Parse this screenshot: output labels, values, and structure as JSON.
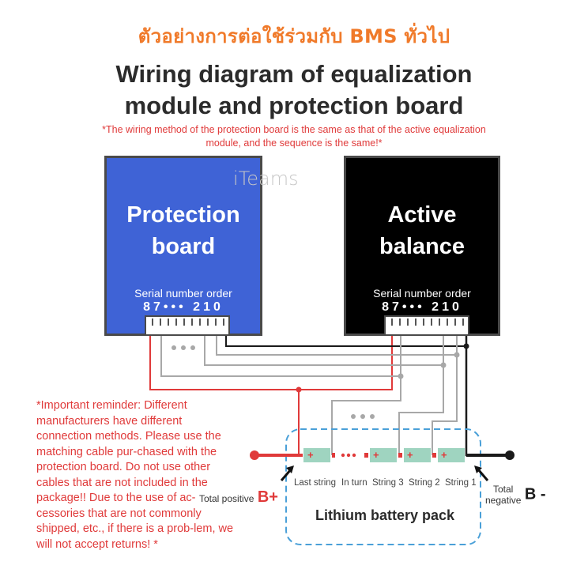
{
  "header": {
    "thai_title": "ตัวอย่างการต่อใช้ร่วมกับ BMS ทั่วไป",
    "title_line1": "Wiring diagram of equalization",
    "title_line2": "module and protection board",
    "note_line1": "*The wiring method of the protection board is the same as that of the active equalization",
    "note_line2": "module, and the sequence is the same!*"
  },
  "watermark": "iTeams",
  "boards": [
    {
      "name_line1": "Protection",
      "name_line2": "board",
      "serial_label": "Serial number order",
      "serial_sequence": "87••• 210",
      "color": "#3f63d6"
    },
    {
      "name_line1": "Active",
      "name_line2": "balance",
      "serial_label": "Serial number order",
      "serial_sequence": "87••• 210",
      "color": "#000000"
    }
  ],
  "wiring": {
    "ellipsis_upper": "•••",
    "ellipsis_lower": "•••",
    "ellipsis_cells": "•••"
  },
  "reminder": "*Important reminder: Different manufacturers have different connection methods. Please use the matching cable pur-chased with the protection board. Do not use other cables that are not included in the package!! Due to the use of ac-cessories that are not commonly shipped, etc., if there is a prob-lem, we will not accept returns! *",
  "battery": {
    "pack_label": "Lithium battery pack",
    "strings": [
      "Last string",
      "In turn",
      "String 3",
      "String 2",
      "String 1"
    ],
    "cell_plus": "+",
    "positive_label": "Total positive",
    "positive_sign": "B+",
    "negative_label_line1": "Total",
    "negative_label_line2": "negative",
    "negative_sign": "B -"
  },
  "colors": {
    "accent_orange": "#f07a2a",
    "warning_red": "#e03a3a",
    "wire_gray": "#a8a8a8",
    "wire_black": "#1a1a1a",
    "cell_green": "#9fd4c0",
    "pack_border_blue": "#4aa0d8"
  }
}
